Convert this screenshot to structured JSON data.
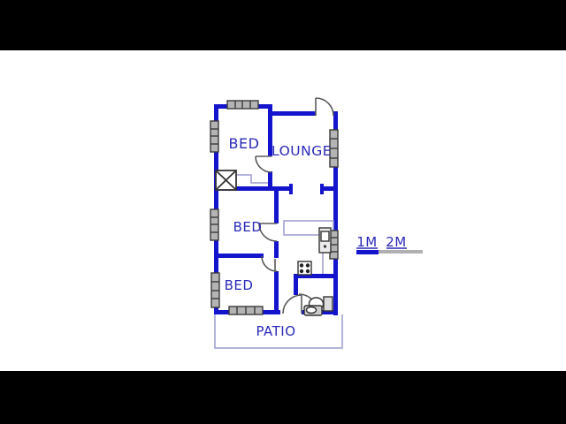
{
  "canvas": {
    "letterbox_color": "#000000",
    "background_color": "#ffffff"
  },
  "colors": {
    "wall": "#1414cc",
    "room_label": "#2a2ab8",
    "window_fill": "#b4b4b4",
    "window_frame": "#3a3a3a",
    "door_arc": "#5a5a5a",
    "thin_outline": "#9b9bce",
    "scale_bar_left": "#1414cc",
    "scale_bar_right": "#b0b0b0",
    "fixture_outline": "#333333"
  },
  "rooms": {
    "bed1": {
      "label": "BED"
    },
    "lounge": {
      "label": "LOUNGE"
    },
    "bed2": {
      "label": "BED"
    },
    "bed3": {
      "label": "BED"
    },
    "patio": {
      "label": "PATIO"
    }
  },
  "scale_bar": {
    "label_1m": "1M",
    "label_2m": "2M"
  },
  "fixtures": [
    "stove",
    "kitchen-sink",
    "toilet",
    "bathroom-basin",
    "duct-shaft",
    "built-in-closet",
    "kitchen-counter"
  ]
}
